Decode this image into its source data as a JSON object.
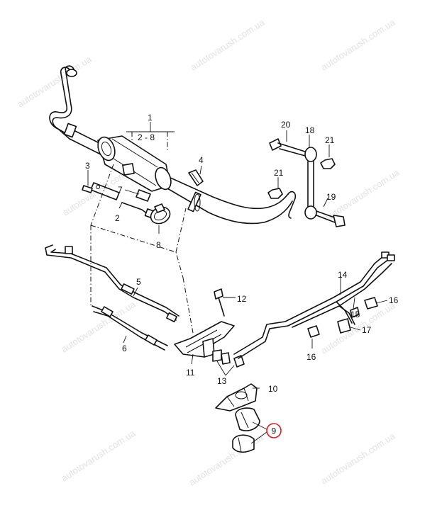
{
  "watermark_text": "autotovarush.com.ua",
  "highlight_color": "#d11f2a",
  "group_label": {
    "number": "1",
    "range": "2 - 8"
  },
  "callouts": {
    "c2": "2",
    "c3": "3",
    "c4": "4",
    "c5": "5",
    "c6": "6",
    "c7": "7",
    "c8": "8",
    "c9": "9",
    "c10": "10",
    "c11": "11",
    "c12": "12",
    "c13": "13",
    "c14": "14",
    "c15": "15",
    "c16a": "16",
    "c16b": "16",
    "c17": "17",
    "c18": "18",
    "c19": "19",
    "c20": "20",
    "c21a": "21",
    "c21b": "21"
  }
}
